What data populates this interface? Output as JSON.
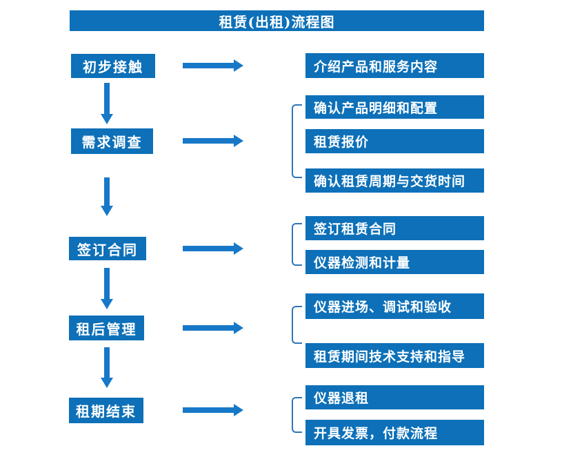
{
  "title": "租赁(出租)流程图",
  "colors": {
    "box_blue": "#0d70b8",
    "arrow_blue": "#1878c8",
    "bracket_blue": "#2e75b6",
    "text_white": "#ffffff"
  },
  "stages": [
    {
      "label": "初步接触",
      "outputs": [
        "介绍产品和服务内容"
      ]
    },
    {
      "label": "需求调查",
      "outputs": [
        "确认产品明细和配置",
        "租赁报价",
        "确认租赁周期与交货时间"
      ]
    },
    {
      "label": "签订合同",
      "outputs": [
        "签订租赁合同",
        "仪器检测和计量"
      ]
    },
    {
      "label": "租后管理",
      "outputs": [
        "仪器进场、调试和验收",
        "租赁期间技术支持和指导"
      ]
    },
    {
      "label": "租期结束",
      "outputs": [
        "仪器退租",
        "开具发票，付款流程"
      ]
    }
  ]
}
